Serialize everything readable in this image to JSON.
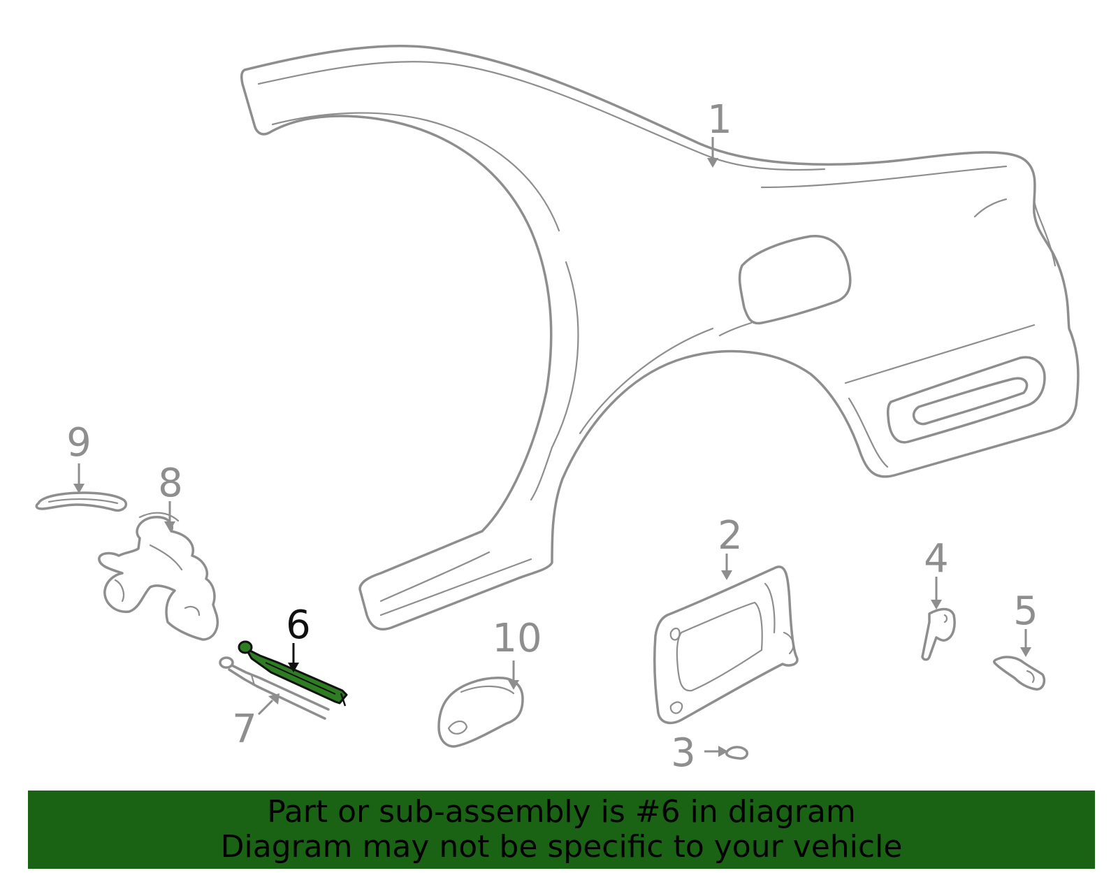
{
  "callouts": [
    {
      "id": "1",
      "label": "1"
    },
    {
      "id": "2",
      "label": "2"
    },
    {
      "id": "3",
      "label": "3"
    },
    {
      "id": "4",
      "label": "4"
    },
    {
      "id": "5",
      "label": "5"
    },
    {
      "id": "6",
      "label": "6",
      "highlighted": true
    },
    {
      "id": "7",
      "label": "7"
    },
    {
      "id": "8",
      "label": "8"
    },
    {
      "id": "9",
      "label": "9"
    },
    {
      "id": "10",
      "label": "10"
    }
  ],
  "colors": {
    "line_art": "#8e8e8e",
    "highlight_part": "#2e7d23",
    "highlight_label": "#111111",
    "banner_background": "#1a6314",
    "banner_text": "#000000"
  },
  "banner": {
    "line1": "Part or sub-assembly is #6 in diagram",
    "line2": "Diagram may not be specific to your vehicle"
  }
}
